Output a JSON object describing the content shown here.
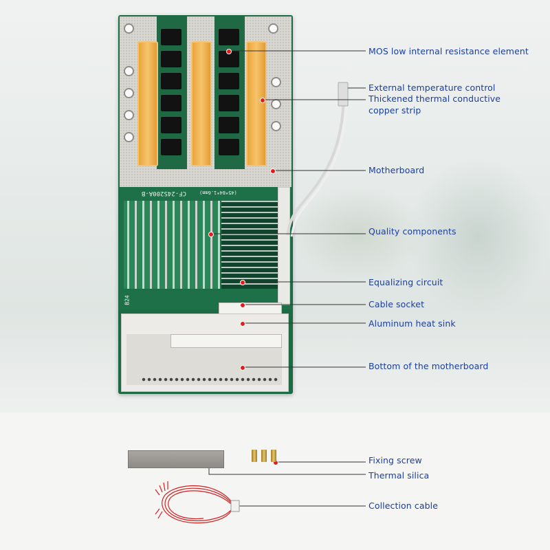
{
  "labels": {
    "mos": "MOS low internal resistance element",
    "temp": "External temperature control",
    "strip_line1": "Thickened thermal conductive",
    "strip_line2": "copper strip",
    "motherboard": "Motherboard",
    "quality": "Quality components",
    "equalizing": "Equalizing circuit",
    "socket": "Cable socket",
    "heatsink": "Aluminum heat sink",
    "bottom": "Bottom of the motherboard",
    "screw": "Fixing screw",
    "silica": "Thermal silica",
    "cable": "Collection cable"
  },
  "silkscreen": {
    "model": "CF-24S200A-B",
    "spec": "(45*84*1.6mm)",
    "mark": "B24"
  },
  "colors": {
    "label_text": "#1a3ea0",
    "marker": "#e31b1b",
    "pcb": "#1d6b45",
    "copper_strip": "#f2b452"
  }
}
